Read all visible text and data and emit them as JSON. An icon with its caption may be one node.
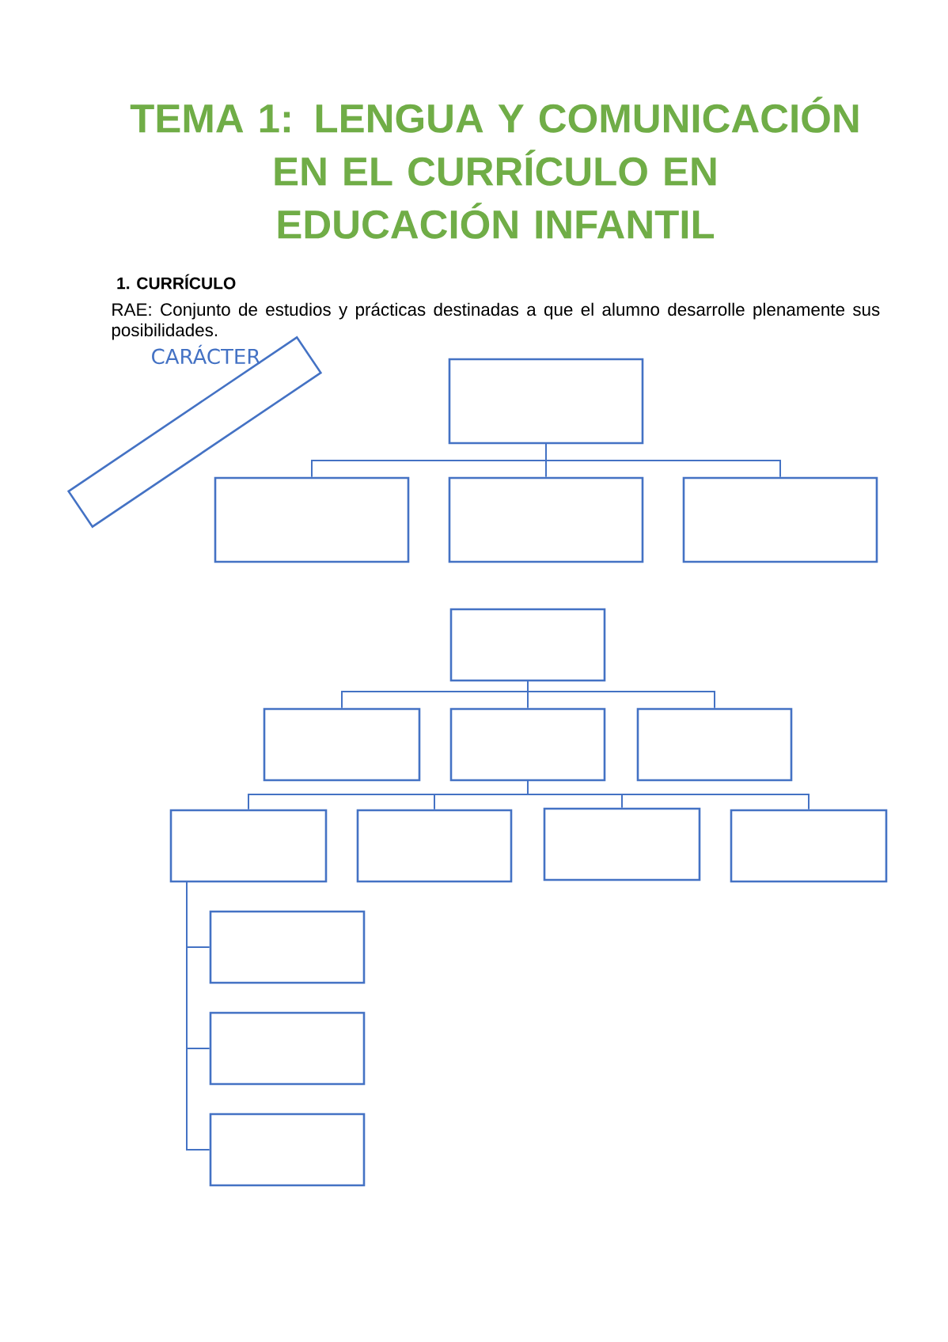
{
  "diagram": {
    "title": "TEMA 1: LENGUA Y COMUNICACIÓN EN EL CURRÍCULO EN EDUCACIÓN INFANTIL",
    "nodes": [
      {
        "text": [],
        "shape": "box"
      },
      {
        "text": [],
        "shape": "box"
      },
      {
        "text": [],
        "shape": "box"
      },
      {
        "text": [],
        "shape": "box"
      },
      {
        "text": [],
        "shape": "box"
      },
      {
        "text": [],
        "shape": "box"
      },
      {
        "text": [],
        "shape": "box"
      },
      {
        "text": [],
        "shape": "box"
      },
      {
        "text": [],
        "shape": "box"
      },
      {
        "text": [],
        "shape": "box"
      },
      {
        "text": [],
        "shape": "box"
      },
      {
        "text": [],
        "shape": "box"
      },
      {
        "text": [],
        "shape": "box"
      },
      {
        "text": [],
        "shape": "box"
      },
      {
        "text": [],
        "shape": "box"
      },
      {
        "text": [],
        "shape": "box"
      }
    ],
    "edges": [
      {
        "from": 1,
        "to": 2,
        "arrow": "none"
      },
      {
        "from": 1,
        "to": 3,
        "arrow": "none"
      },
      {
        "from": 1,
        "to": 4,
        "arrow": "none"
      },
      {
        "from": 5,
        "to": 6,
        "arrow": "none"
      },
      {
        "from": 5,
        "to": 7,
        "arrow": "none"
      },
      {
        "from": 5,
        "to": 8,
        "arrow": "none"
      },
      {
        "from": 7,
        "to": 9,
        "arrow": "none"
      },
      {
        "from": 7,
        "to": 10,
        "arrow": "none"
      },
      {
        "from": 7,
        "to": 11,
        "arrow": "none"
      },
      {
        "from": 7,
        "to": 12,
        "arrow": "none"
      },
      {
        "from": 9,
        "to": 13,
        "arrow": "none"
      },
      {
        "from": 9,
        "to": 14,
        "arrow": "none"
      },
      {
        "from": 9,
        "to": 15,
        "arrow": "none"
      }
    ],
    "labels": [
      "1. CURRÍCULO",
      "RAE: Conjunto de estudios y prácticas destinadas a que el alumno desarrolle plenamente sus posibilidades.",
      "CARÁCTER"
    ]
  }
}
